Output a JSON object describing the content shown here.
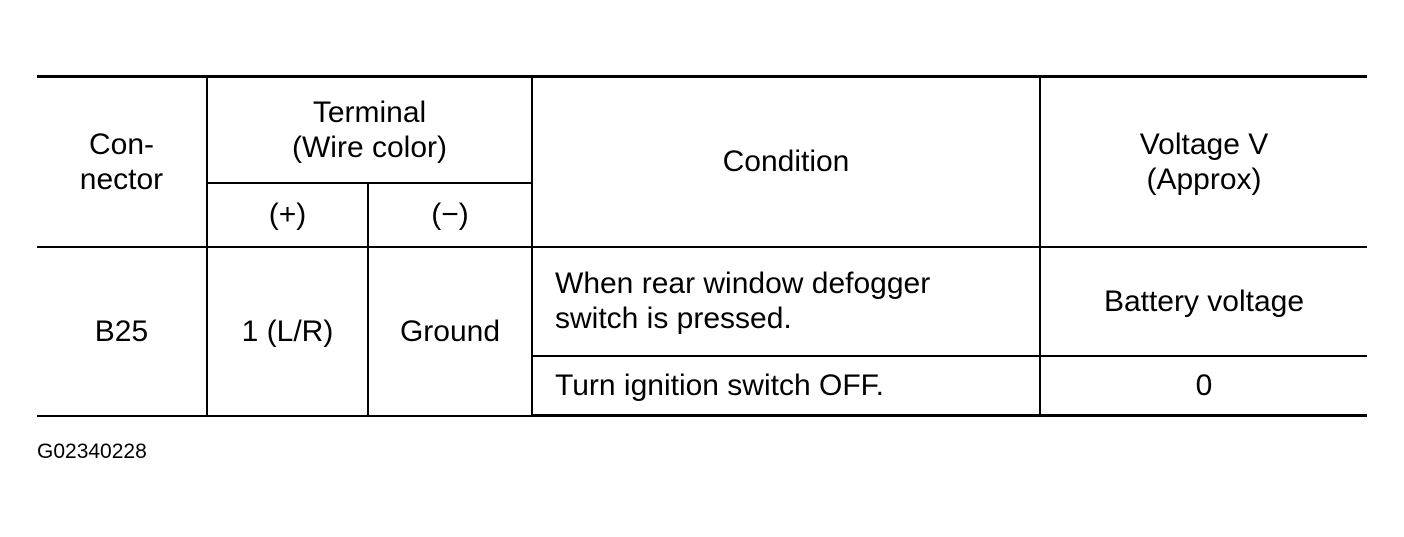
{
  "table": {
    "headers": {
      "connector": "Con-\nnector",
      "terminal": "Terminal\n(Wire color)",
      "terminal_plus": "(+)",
      "terminal_minus": "(−)",
      "condition": "Condition",
      "voltage": "Voltage V\n(Approx)"
    },
    "rows": [
      {
        "connector": "B25",
        "terminal_plus": "1 (L/R)",
        "terminal_minus": "Ground",
        "conditions": [
          {
            "condition": "When rear window defogger\nswitch is pressed.",
            "voltage": "Battery voltage"
          },
          {
            "condition": "Turn ignition switch OFF.",
            "voltage": "0"
          }
        ]
      }
    ]
  },
  "figure_id": "G02340228"
}
